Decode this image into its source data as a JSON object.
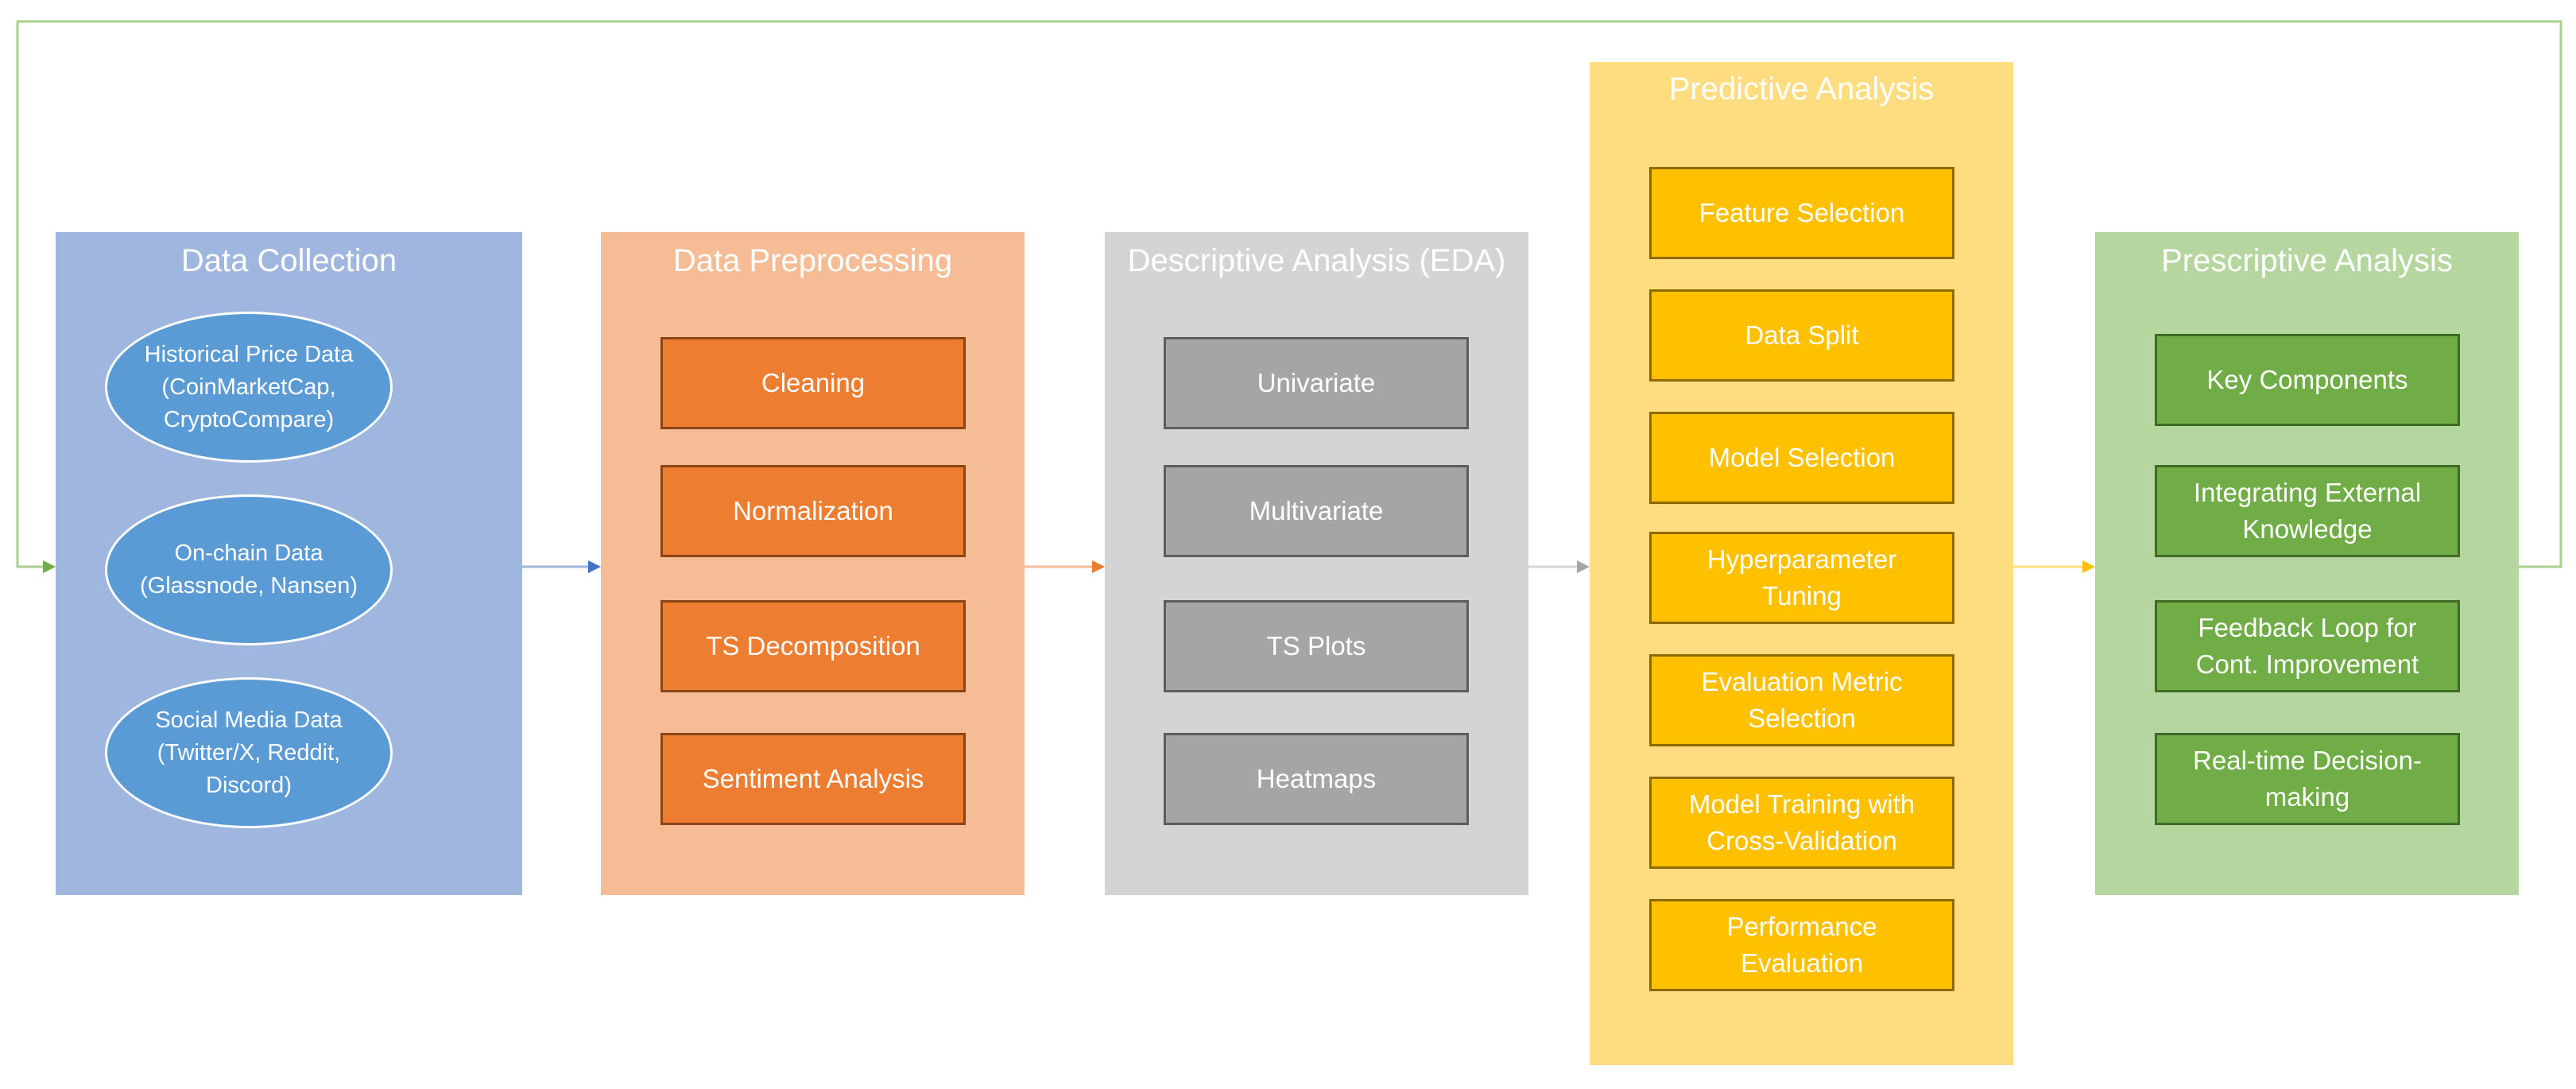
{
  "stages": [
    {
      "title": "Data Collection",
      "items": [
        "Historical Price Data\n(CoinMarketCap,\nCryptoCompare)",
        "On-chain Data\n(Glassnode, Nansen)",
        "Social Media Data\n(Twitter/X, Reddit,\nDiscord)"
      ]
    },
    {
      "title": "Data Preprocessing",
      "items": [
        "Cleaning",
        "Normalization",
        "TS Decomposition",
        "Sentiment Analysis"
      ]
    },
    {
      "title": "Descriptive Analysis (EDA)",
      "items": [
        "Univariate",
        "Multivariate",
        "TS Plots",
        "Heatmaps"
      ]
    },
    {
      "title": "Predictive Analysis",
      "items": [
        "Feature Selection",
        "Data Split",
        "Model Selection",
        "Hyperparameter\nTuning",
        "Evaluation Metric\nSelection",
        "Model Training with\nCross-Validation",
        "Performance\nEvaluation"
      ]
    },
    {
      "title": "Prescriptive Analysis",
      "items": [
        "Key Components",
        "Integrating External\nKnowledge",
        "Feedback Loop for\nCont. Improvement",
        "Real-time Decision-\nmaking"
      ]
    }
  ],
  "colors": {
    "data_collection": "#9fb6df",
    "data_collection_item": "#5b9bd5",
    "data_preprocessing": "#f5bc96",
    "data_preprocessing_item": "#ed7d31",
    "descriptive": "#d4d4d4",
    "descriptive_item": "#a5a5a5",
    "predictive": "#fedd80",
    "predictive_item": "#ffc000",
    "prescriptive": "#b5d69f",
    "prescriptive_item": "#70ad47",
    "feedback_loop": "#a9d18e"
  }
}
